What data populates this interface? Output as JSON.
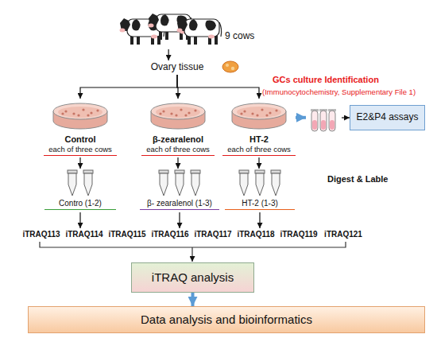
{
  "diagram": {
    "nodes": [
      {
        "text": [
          "9 cows"
        ]
      },
      {
        "text": [
          "Ovary tissue"
        ]
      },
      {
        "text": [
          "Control",
          "each of three cows"
        ]
      },
      {
        "text": [
          "β-zearalenol",
          "each of three cows"
        ]
      },
      {
        "text": [
          "HT-2",
          "each of three cows"
        ]
      },
      {
        "text": [
          "GCs culture Identification",
          "(Immunocytochemistry, Supplementary File 1)"
        ]
      },
      {
        "text": [
          "E2&P4 assays"
        ]
      },
      {
        "text": [
          "Contro (1-2)"
        ]
      },
      {
        "text": [
          "β- zearalenol (1-3)"
        ]
      },
      {
        "text": [
          "HT-2 (1-3)"
        ]
      },
      {
        "text": [
          "iTRAQ analysis"
        ]
      },
      {
        "text": [
          "Data analysis and bioinformatics"
        ]
      }
    ],
    "edges": [
      {
        "from": 0,
        "to": 1,
        "arrow": "to"
      },
      {
        "from": 1,
        "to": 2,
        "arrow": "to"
      },
      {
        "from": 1,
        "to": 3,
        "arrow": "to"
      },
      {
        "from": 1,
        "to": 4,
        "arrow": "to"
      },
      {
        "from": 4,
        "to": 5,
        "arrow": "to"
      },
      {
        "from": 5,
        "to": 6,
        "arrow": "to"
      },
      {
        "from": 2,
        "to": 7,
        "arrow": "to"
      },
      {
        "from": 3,
        "to": 8,
        "arrow": "to"
      },
      {
        "from": 4,
        "to": 9,
        "arrow": "to"
      },
      {
        "from": 10,
        "to": 11,
        "arrow": "to"
      }
    ],
    "labels": [
      "Digest & Lable",
      "iTRAQ113",
      "iTRAQ114",
      "iTRAQ115",
      "iTRAQ116",
      "iTRAQ117",
      "iTRAQ118",
      "iTRAQ119",
      "iTRAQ121"
    ]
  }
}
